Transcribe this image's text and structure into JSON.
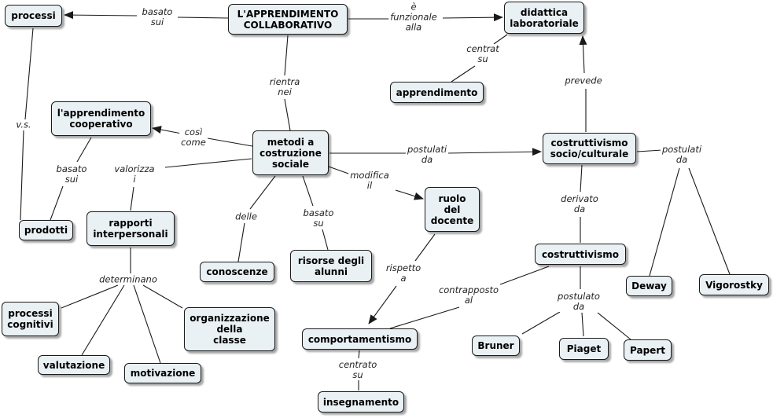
{
  "nodes": {
    "processi": "processi",
    "apprendimento_collaborativo": "L'APPRENDIMENTO\nCOLLABORATIVO",
    "didattica_laboratoriale": "didattica\nlaboratoriale",
    "apprendimento": "apprendimento",
    "apprendimento_cooperativo": "l'apprendimento\ncooperativo",
    "metodi": "metodi a\ncostruzione\nsociale",
    "costruttivismo_socio": "costruttivismo\nsocio/culturale",
    "prodotti": "prodotti",
    "rapporti": "rapporti\ninterpersonali",
    "ruolo_docente": "ruolo\ndel\ndocente",
    "conoscenze": "conoscenze",
    "risorse": "risorse degli\nalunni",
    "costruttivismo": "costruttivismo",
    "deway": "Deway",
    "vigorostky": "Vigorostky",
    "processi_cognitivi": "processi\ncognitivi",
    "organizzazione": "organizzazione\ndella\nclasse",
    "comportamentismo": "comportamentismo",
    "bruner": "Bruner",
    "piaget": "Piaget",
    "papert": "Papert",
    "valutazione": "valutazione",
    "motivazione": "motivazione",
    "insegnamento": "insegnamento"
  },
  "links": {
    "basato_sui_top": "basato\nsui",
    "e_funzionale_alla": "è\nfunzionale\nalla",
    "centrat_su": "centrat\nsu",
    "rientra_nei": "rientra\nnei",
    "vs": "v.s.",
    "cosi_come": "così\ncome",
    "postulati_da_center": "postulati\nda",
    "prevede": "prevede",
    "postulati_da_right": "postulati\nda",
    "basato_sui_left": "basato\nsui",
    "valorizza_i": "valorizza\ni",
    "modifica_il": "modifica\nil",
    "delle": "delle",
    "basato_su": "basato\nsu",
    "derivato_da": "derivato\nda",
    "determinano": "determinano",
    "rispetto_a": "rispetto\na",
    "contrapposto_al": "contrapposto\nal",
    "postulato_da": "postulato\nda",
    "centrato_su": "centrato\nsu"
  },
  "colors": {
    "node_fill": "#eaf1f5",
    "node_border": "#1a1a1a",
    "line": "#1a1a1a",
    "background": "#ffffff"
  }
}
